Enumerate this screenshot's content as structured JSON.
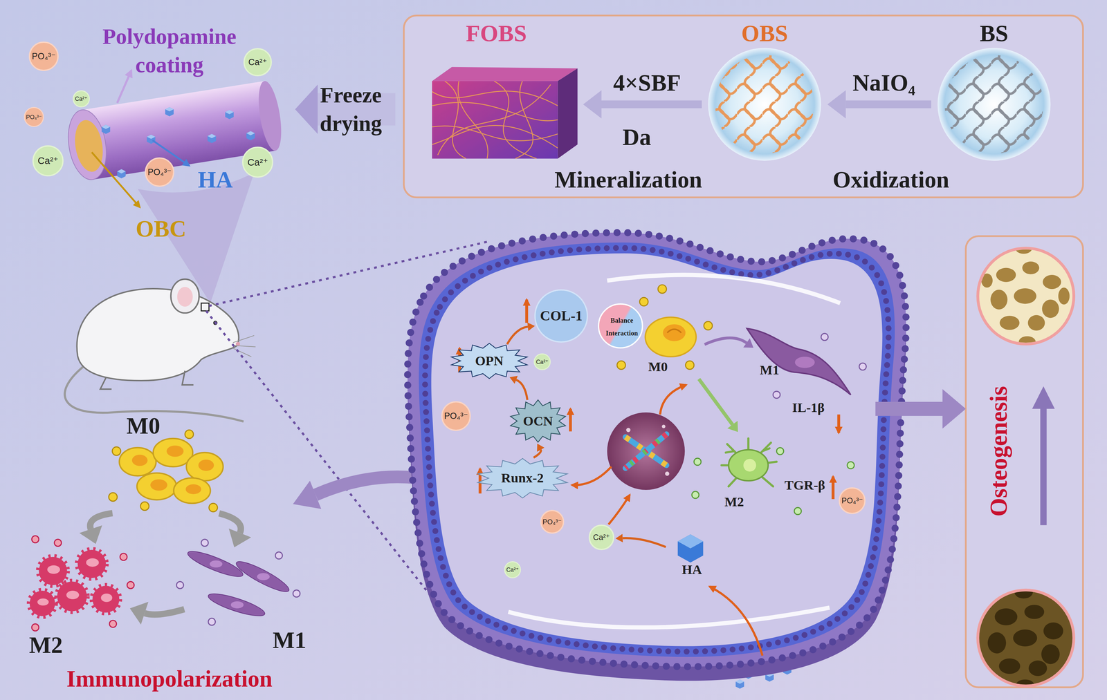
{
  "diagram": {
    "nodes": [
      {
        "text": [
          "PO₄³⁻"
        ]
      },
      {
        "text": [
          "Ca²⁺"
        ]
      },
      {
        "text": [
          "Ca²⁺"
        ]
      },
      {
        "text": [
          "PO₄³⁻"
        ]
      },
      {
        "text": [
          "Ca²⁺"
        ]
      },
      {
        "text": [
          "PO₄³⁻"
        ]
      },
      {
        "text": [
          "Ca²⁺"
        ]
      },
      {
        "text": [
          "FOBS"
        ]
      },
      {
        "text": [
          "OBS"
        ]
      },
      {
        "text": [
          "BS"
        ]
      },
      {
        "text": [
          "M0"
        ]
      },
      {
        "text": [
          "M2"
        ]
      },
      {
        "text": [
          "M1"
        ]
      },
      {
        "text": [
          "COL-1"
        ]
      },
      {
        "text": [
          "Balance",
          "Interaction"
        ]
      },
      {
        "text": [
          "M0"
        ]
      },
      {
        "text": [
          "OPN"
        ]
      },
      {
        "text": [
          "M1",
          "IL-1β"
        ]
      },
      {
        "text": [
          "Ca²⁺"
        ]
      },
      {
        "text": [
          "PO₄³⁻"
        ]
      },
      {
        "text": [
          "OCN"
        ]
      },
      {
        "text": [
          "Runx-2"
        ]
      },
      {
        "text": [
          "M2",
          "TGR-β"
        ]
      },
      {
        "text": [
          "PO₄³⁻"
        ]
      },
      {
        "text": [
          "PO₄³⁻"
        ]
      },
      {
        "text": [
          "Ca²⁺"
        ]
      },
      {
        "text": [
          "HA"
        ]
      },
      {
        "text": [
          "Ca²⁺"
        ]
      }
    ],
    "edges": [
      {
        "from": 9,
        "to": 8,
        "arrow": "to",
        "label": "NaIO₄"
      },
      {
        "from": 8,
        "to": 7,
        "arrow": "to",
        "label": "4×SBF"
      },
      {
        "from": 10,
        "to": 11,
        "arrow": "to"
      },
      {
        "from": 10,
        "to": 12,
        "arrow": "to"
      },
      {
        "from": 12,
        "to": 11,
        "arrow": "to"
      },
      {
        "from": 21,
        "to": 20,
        "arrow": "to"
      },
      {
        "from": 20,
        "to": 16,
        "arrow": "to"
      },
      {
        "from": 16,
        "to": 13,
        "arrow": "to"
      },
      {
        "from": 15,
        "to": 17,
        "arrow": "to"
      },
      {
        "from": 15,
        "to": 22,
        "arrow": "to"
      },
      {
        "from": 26,
        "to": 25,
        "arrow": "to"
      }
    ],
    "labels": [
      "Polydopamine coating",
      "HA",
      "OBC",
      "Freeze drying",
      "Oxidization",
      "Da",
      "Mineralization",
      "Immunopolarization",
      "Osteogenesis"
    ]
  }
}
